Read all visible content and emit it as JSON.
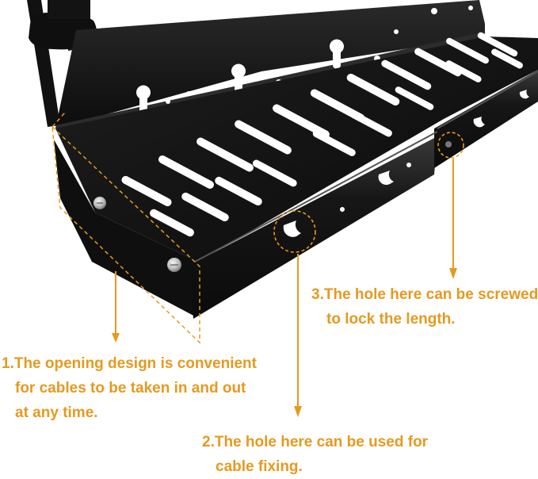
{
  "image": {
    "subject": "black metal under-desk cable management tray with slotted base and screw holes",
    "accent_color": "#e59a1e",
    "tray_color": "#151515"
  },
  "annotations": [
    {
      "id": "opening",
      "lines": [
        "1.The opening design is convenient",
        "for cables to be taken in and out",
        "at any time."
      ]
    },
    {
      "id": "fixing-hole",
      "lines": [
        "2.The hole here can be used for",
        "cable fixing."
      ]
    },
    {
      "id": "length-hole",
      "lines": [
        "3.The hole here can be screwed",
        "to lock the length."
      ]
    }
  ]
}
